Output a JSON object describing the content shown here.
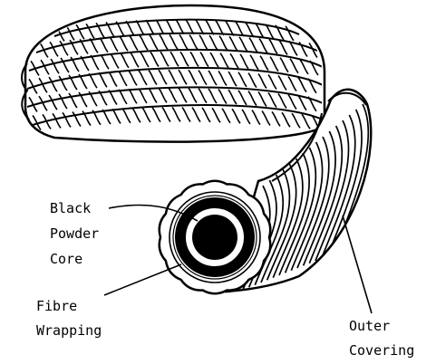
{
  "labels": {
    "black_powder_core": [
      "Black",
      "Powder",
      "Core"
    ],
    "fibre_wrapping": [
      "Fibre",
      "Wrapping"
    ],
    "outer_covering": [
      "Outer",
      "Covering"
    ]
  },
  "colors": {
    "ink": "#000000",
    "paper": "#ffffff"
  }
}
